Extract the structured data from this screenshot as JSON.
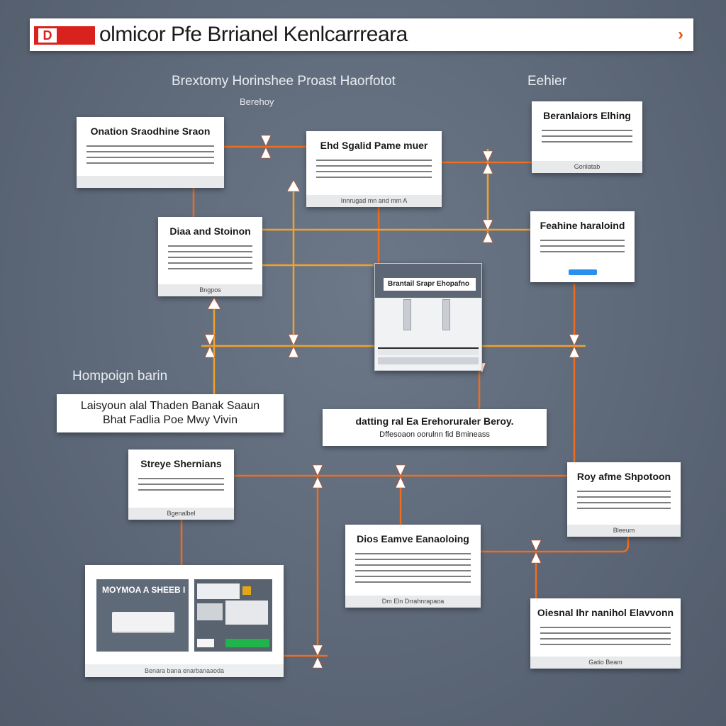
{
  "header": {
    "logo_letter": "D",
    "title": "olmicor Pfe Brrianel Kenlcarrreara"
  },
  "labels": {
    "top_center": "Brextomy Horinshee Proast Haorfotot",
    "top_center_sub": "Berehoy",
    "top_right": "Eehier",
    "left_mid": "Hompoign barin"
  },
  "cards": {
    "c1": {
      "title": "Onation Sraodhine Sraon",
      "foot": ""
    },
    "c2": {
      "title": "Ehd Sgalid Pame muer",
      "foot": "Innrugad mn and mm A"
    },
    "c3": {
      "title": "Beranlaiors Elhing",
      "foot": "Gonlatab"
    },
    "c4": {
      "title": "Diaa and Stoinon",
      "foot": "Bngpos"
    },
    "c5": {
      "title": "Feahine haraloind",
      "foot": ""
    },
    "c6": {
      "title": "Streye Shernians",
      "foot": "Bgenalbel"
    },
    "c7": {
      "title": "Roy afme Shpotoon",
      "foot": "Bleeum"
    },
    "c8": {
      "title": "Dios Eamve Eanaoloing",
      "foot": "Dm Eln Drrahnrapaoa"
    },
    "c9": {
      "title": "Oiesnal Ihr nanihol Elavvonn",
      "foot": "Gatio Beam"
    }
  },
  "banner_left": {
    "line1": "Laisyoun alal  Thaden  Banak Saaun",
    "line2": "Bhat Fadlia Poe  Mwy Vivin"
  },
  "banner_center": {
    "line1": "datting ral Ea Erehoruraler Beroy.",
    "line2": "Dffesoaon oorulnn fid Bmineass"
  },
  "device": {
    "label": "Brantail Srapr Ehopafno"
  },
  "panel": {
    "title": "MOYMOA A SHEEB I",
    "foot": "Benara bana enarbanaaoda"
  },
  "colors": {
    "wire_orange": "#ef6d1c",
    "wire_amber": "#f2a12a",
    "arrow_white": "#ffffff",
    "accent_red": "#d9221d",
    "button_blue": "#2a90f0"
  }
}
